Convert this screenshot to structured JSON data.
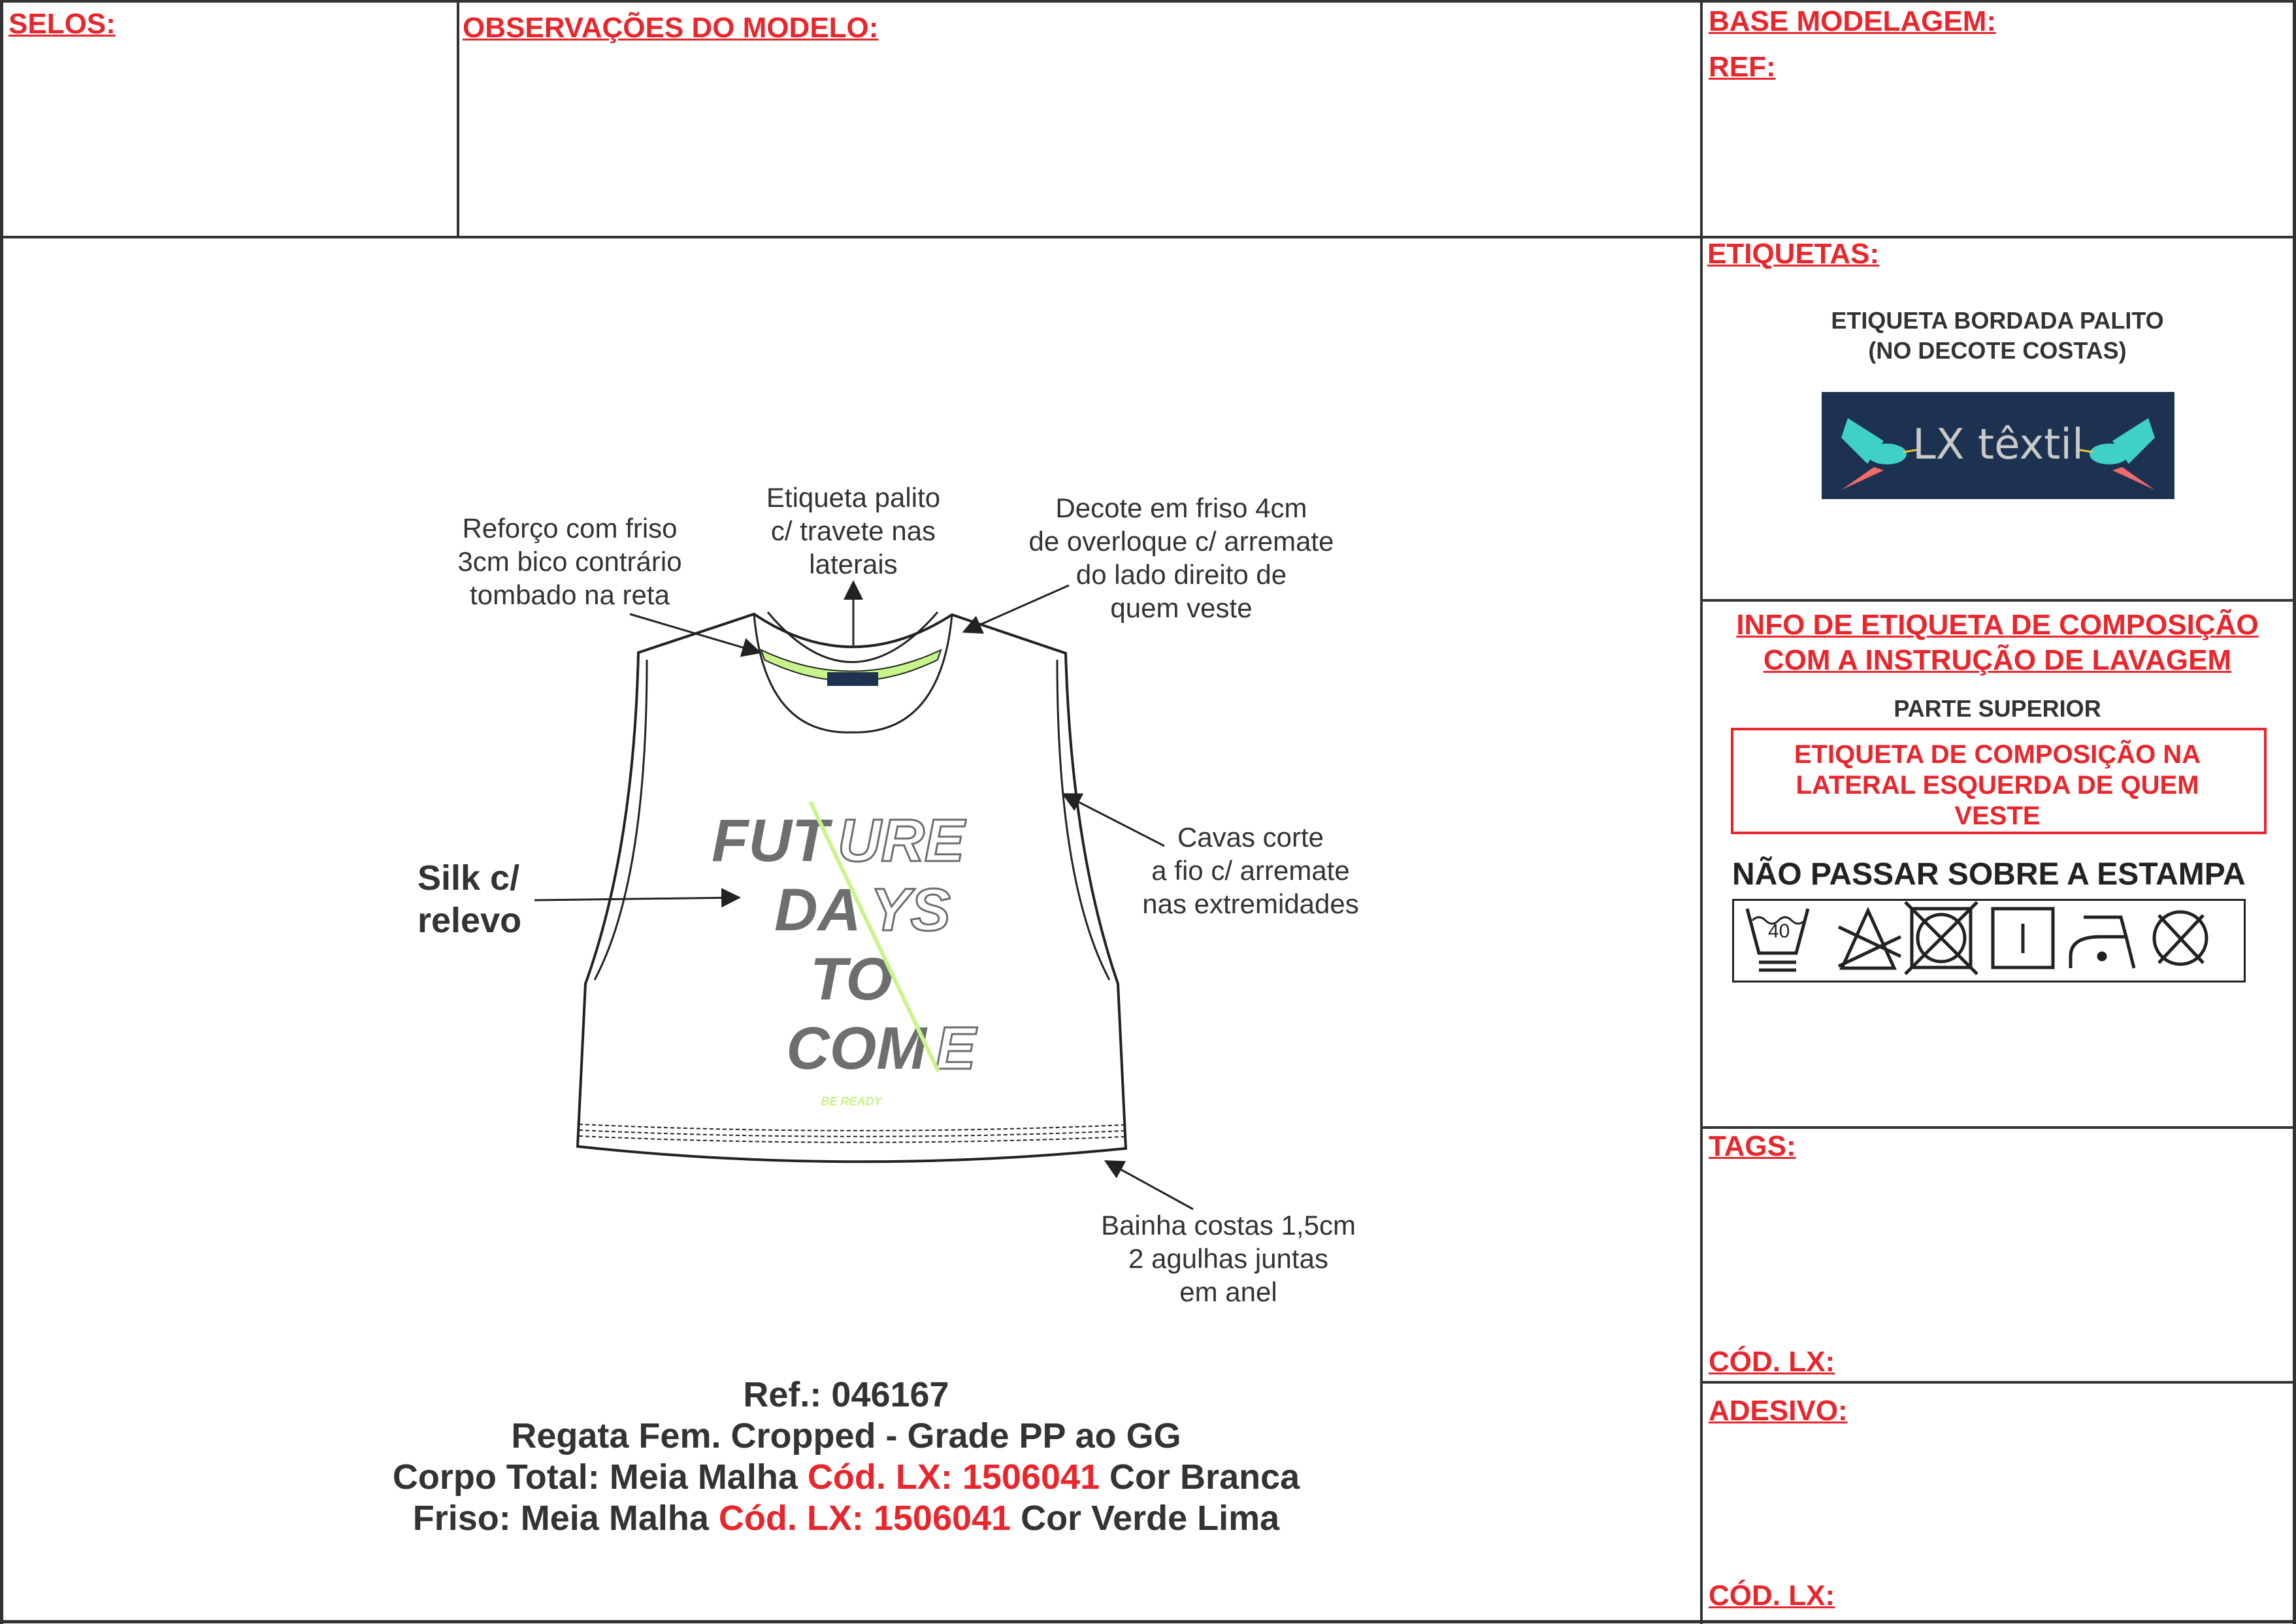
{
  "header": {
    "selos_label": "SELOS:",
    "observacoes_label": "OBSERVAÇÕES DO MODELO:",
    "base_modelagem_label": "BASE MODELAGEM:",
    "ref_label": "REF:"
  },
  "etiquetas": {
    "label": "ETIQUETAS:",
    "line1": "ETIQUETA BORDADA PALITO",
    "line2": "(NO DECOTE COSTAS)",
    "logo_text": "LX têxtil"
  },
  "composicao": {
    "title_line1": "INFO DE ETIQUETA DE COMPOSIÇÃO",
    "title_line2": "COM A INSTRUÇÃO DE LAVAGEM",
    "parte": "PARTE SUPERIOR",
    "box_line1": "ETIQUETA DE COMPOSIÇÃO NA",
    "box_line2": "LATERAL ESQUERDA DE QUEM",
    "box_line3": "VESTE",
    "warning": "NÃO PASSAR SOBRE A ESTAMPA",
    "wash_temp": "40",
    "care_icons": [
      "wash-40-icon",
      "no-bleach-icon",
      "no-tumble-dry-icon",
      "line-dry-icon",
      "iron-low-icon",
      "no-dry-clean-icon"
    ]
  },
  "tags": {
    "label": "TAGS:",
    "cod_label": "CÓD. LX:"
  },
  "adesivo": {
    "label": "ADESIVO:",
    "cod_label": "CÓD. LX:"
  },
  "annotations": {
    "reforco": [
      "Reforço com friso",
      "3cm bico contrário",
      "tombado na reta"
    ],
    "etiqueta": [
      "Etiqueta palito",
      "c/ travete nas",
      "laterais"
    ],
    "decote": [
      "Decote em friso 4cm",
      "de overloque c/ arremate",
      "do lado direito de",
      "quem veste"
    ],
    "silk": [
      "Silk c/",
      "relevo"
    ],
    "cavas": [
      "Cavas corte",
      "a fio c/ arremate",
      "nas extremidades"
    ],
    "bainha": [
      "Bainha costas 1,5cm",
      "2 agulhas juntas",
      "em anel"
    ]
  },
  "print": {
    "line1_left": "FUT",
    "line1_right": "URE",
    "line2_left": "DA",
    "line2_right": "YS",
    "line3": "TO",
    "line4_left": "COM",
    "line4_right": "E",
    "tagline": "BE READY"
  },
  "footer": {
    "ref": "Ref.: 046167",
    "description": "Regata Fem. Cropped - Grade PP ao GG",
    "corpo_prefix": "Corpo Total: Meia Malha ",
    "corpo_code": "Cód. LX: 1506041",
    "corpo_suffix": " Cor Branca",
    "friso_prefix": "Friso: Meia Malha ",
    "friso_code": "Cód. LX: 1506041",
    "friso_suffix": " Cor Verde Lima"
  },
  "colors": {
    "accent_red": "#e8262c",
    "lime": "#c8f58a",
    "print_gray": "#6d6e70",
    "navy": "#1d3150"
  }
}
